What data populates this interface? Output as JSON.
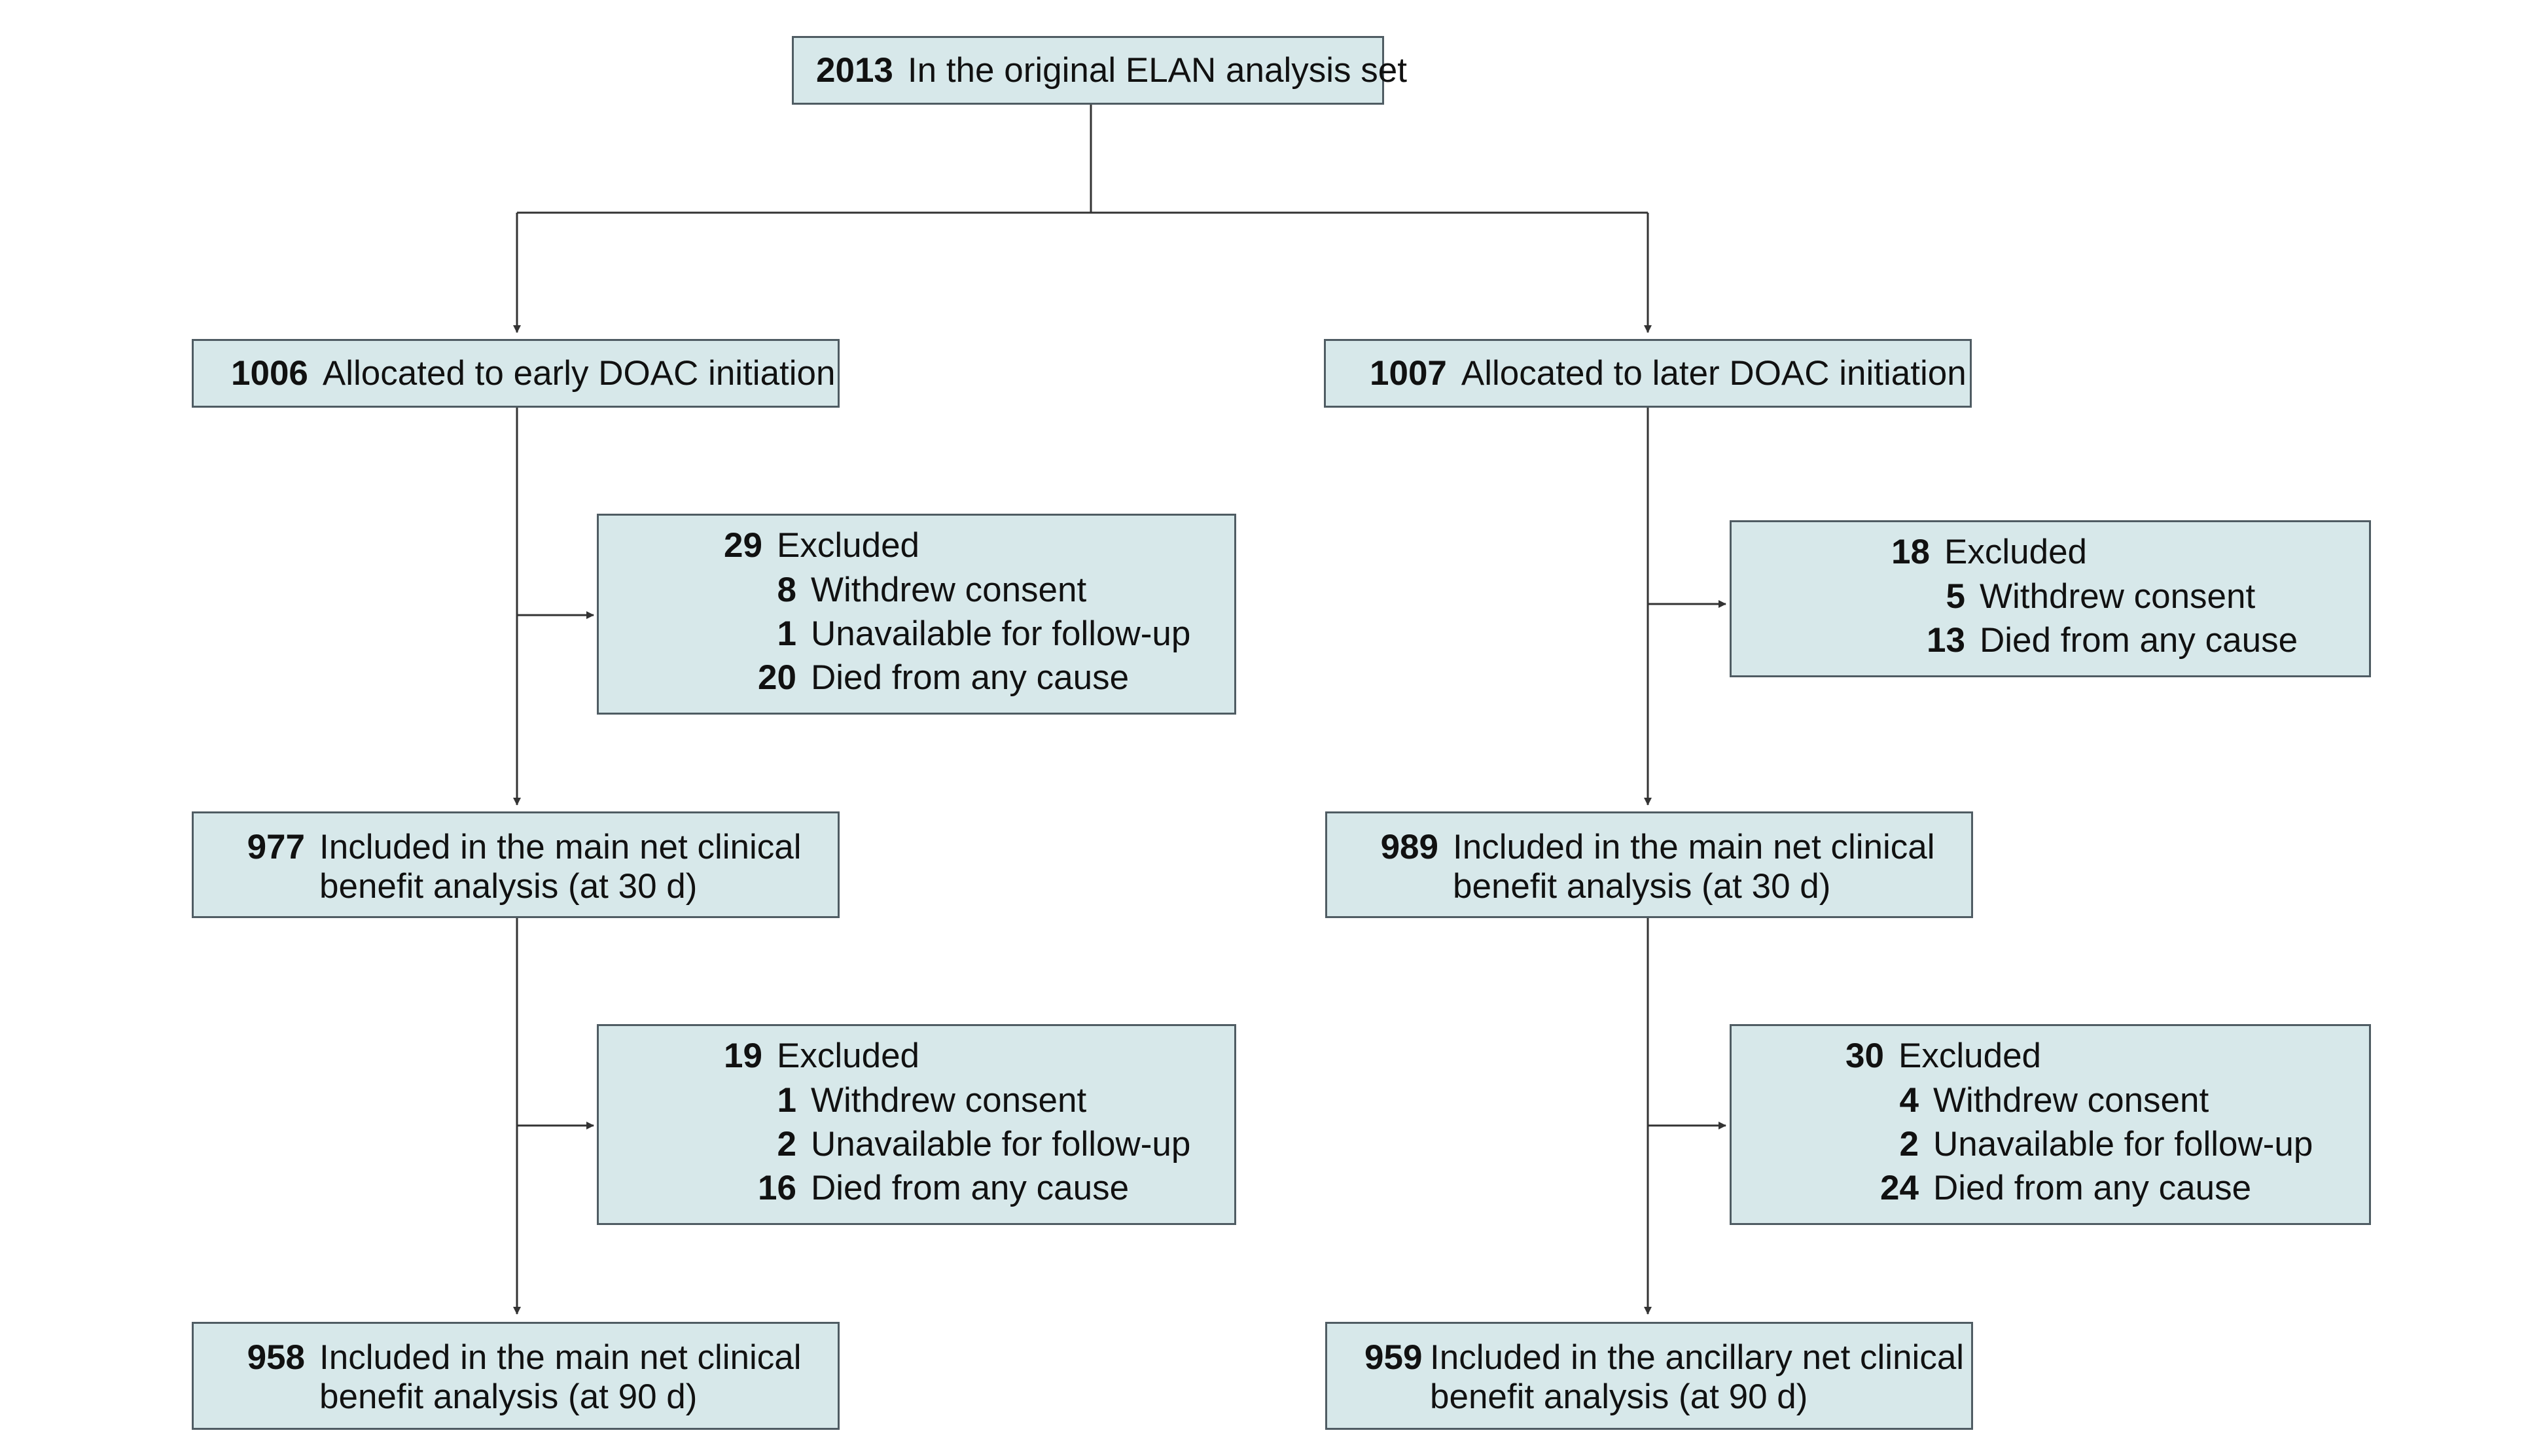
{
  "root": {
    "n": "2013",
    "text": "In the original ELAN analysis set"
  },
  "early": {
    "allocated": {
      "n": "1006",
      "text": "Allocated to early DOAC initiation"
    },
    "excluded_30": {
      "n": "29",
      "text": "Excluded",
      "items": [
        {
          "n": "8",
          "text": "Withdrew consent"
        },
        {
          "n": "1",
          "text": "Unavailable for follow-up"
        },
        {
          "n": "20",
          "text": "Died from any cause"
        }
      ]
    },
    "included_30": {
      "n": "977",
      "line1": "Included in the main net clinical",
      "line2": "benefit analysis (at 30 d)"
    },
    "excluded_90": {
      "n": "19",
      "text": "Excluded",
      "items": [
        {
          "n": "1",
          "text": "Withdrew consent"
        },
        {
          "n": "2",
          "text": "Unavailable for follow-up"
        },
        {
          "n": "16",
          "text": "Died from any cause"
        }
      ]
    },
    "included_90": {
      "n": "958",
      "line1": "Included in the main net clinical",
      "line2": "benefit analysis (at 90 d)"
    }
  },
  "later": {
    "allocated": {
      "n": "1007",
      "text": "Allocated to later DOAC initiation"
    },
    "excluded_30": {
      "n": "18",
      "text": "Excluded",
      "items": [
        {
          "n": "5",
          "text": "Withdrew consent"
        },
        {
          "n": "13",
          "text": "Died from any cause"
        }
      ]
    },
    "included_30": {
      "n": "989",
      "line1": "Included in the main net clinical",
      "line2": "benefit analysis (at 30 d)"
    },
    "excluded_90": {
      "n": "30",
      "text": "Excluded",
      "items": [
        {
          "n": "4",
          "text": "Withdrew consent"
        },
        {
          "n": "2",
          "text": "Unavailable for follow-up"
        },
        {
          "n": "24",
          "text": "Died from any cause"
        }
      ]
    },
    "included_90": {
      "n": "959",
      "line1": "Included in the ancillary net clinical",
      "line2": "benefit analysis (at 90 d)"
    }
  }
}
